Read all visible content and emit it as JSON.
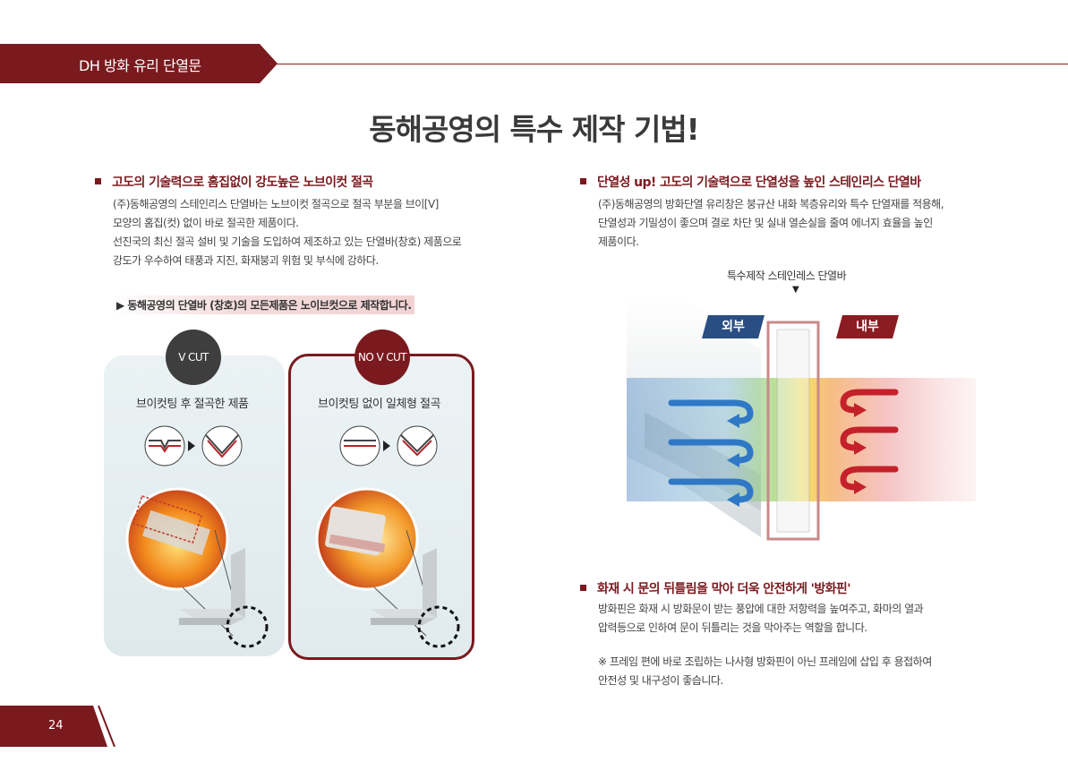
{
  "header": {
    "title": "DH 방화 유리 단열문"
  },
  "main_title": "동해공영의 특수 제작 기법!",
  "left_section": {
    "heading": "고도의 기술력으로 홈집없이 강도높은 노브이컷 절곡",
    "lines": [
      "(주)동해공영의 스테인리스 단열바는 노브이컷 절곡으로 절곡 부분을 브이[V]",
      "모양의 홈집(컷) 없이 바로 절곡한 제품이다.",
      "선진국의 최신 절곡 설비 및 기술을 도입하여 제조하고 있는 단열바(창호) 제품으로",
      "강도가 우수하여 태풍과 지진, 화재붕괴 위험 및 부식에 강하다."
    ],
    "note": "▶ 동해공영의 단열바 (창호)의 모든제품은 노이브컷으로 제작합니다."
  },
  "cards": {
    "left": {
      "badge": "V CUT",
      "label": "브이컷팅 후 절곡한 제품"
    },
    "right": {
      "badge": "NO V CUT",
      "label": "브이컷팅 없이 일체형 절곡"
    }
  },
  "right_section": {
    "heading": "단열성 up! 고도의 기술력으로 단열성을 높인 스테인리스 단열바",
    "lines": [
      "(주)동해공영의 방화단열 유리창은 붕규산 내화 복층유리와 특수 단열재를 적용해,",
      "단열성과 기밀성이 좋으며 결로 차단 및 실내 열손실을 줄여 에너지 효율을 높인",
      "제품이다."
    ],
    "diagram_caption": "특수제작 스테인레스 단열바",
    "diagram_arrow": "▼",
    "tag_outside": "외부",
    "tag_inside": "내부"
  },
  "bottom_section": {
    "heading": "화재 시 문의 뒤틀림을 막아 더욱 안전하게 '방화핀'",
    "lines": [
      "방화핀은 화재 시 방화문이 받는 풍압에 대한 저항력을 높여주고, 화마의 열과",
      "압력등으로 인하여 문이 뒤틀리는 것을 막아주는 역할을 합니다."
    ],
    "remark_lines": [
      "※ 프레임 편에 바로 조립하는 나사형 방화핀이 아닌 프레임에 삽입 후 용접하여",
      "안전성 및 내구성이 좋습니다."
    ]
  },
  "footer": {
    "page_number": "24"
  },
  "colors": {
    "accent": "#7a1a1f",
    "outside_blue": "#2a4e82",
    "inside_red": "#8a1c22"
  }
}
